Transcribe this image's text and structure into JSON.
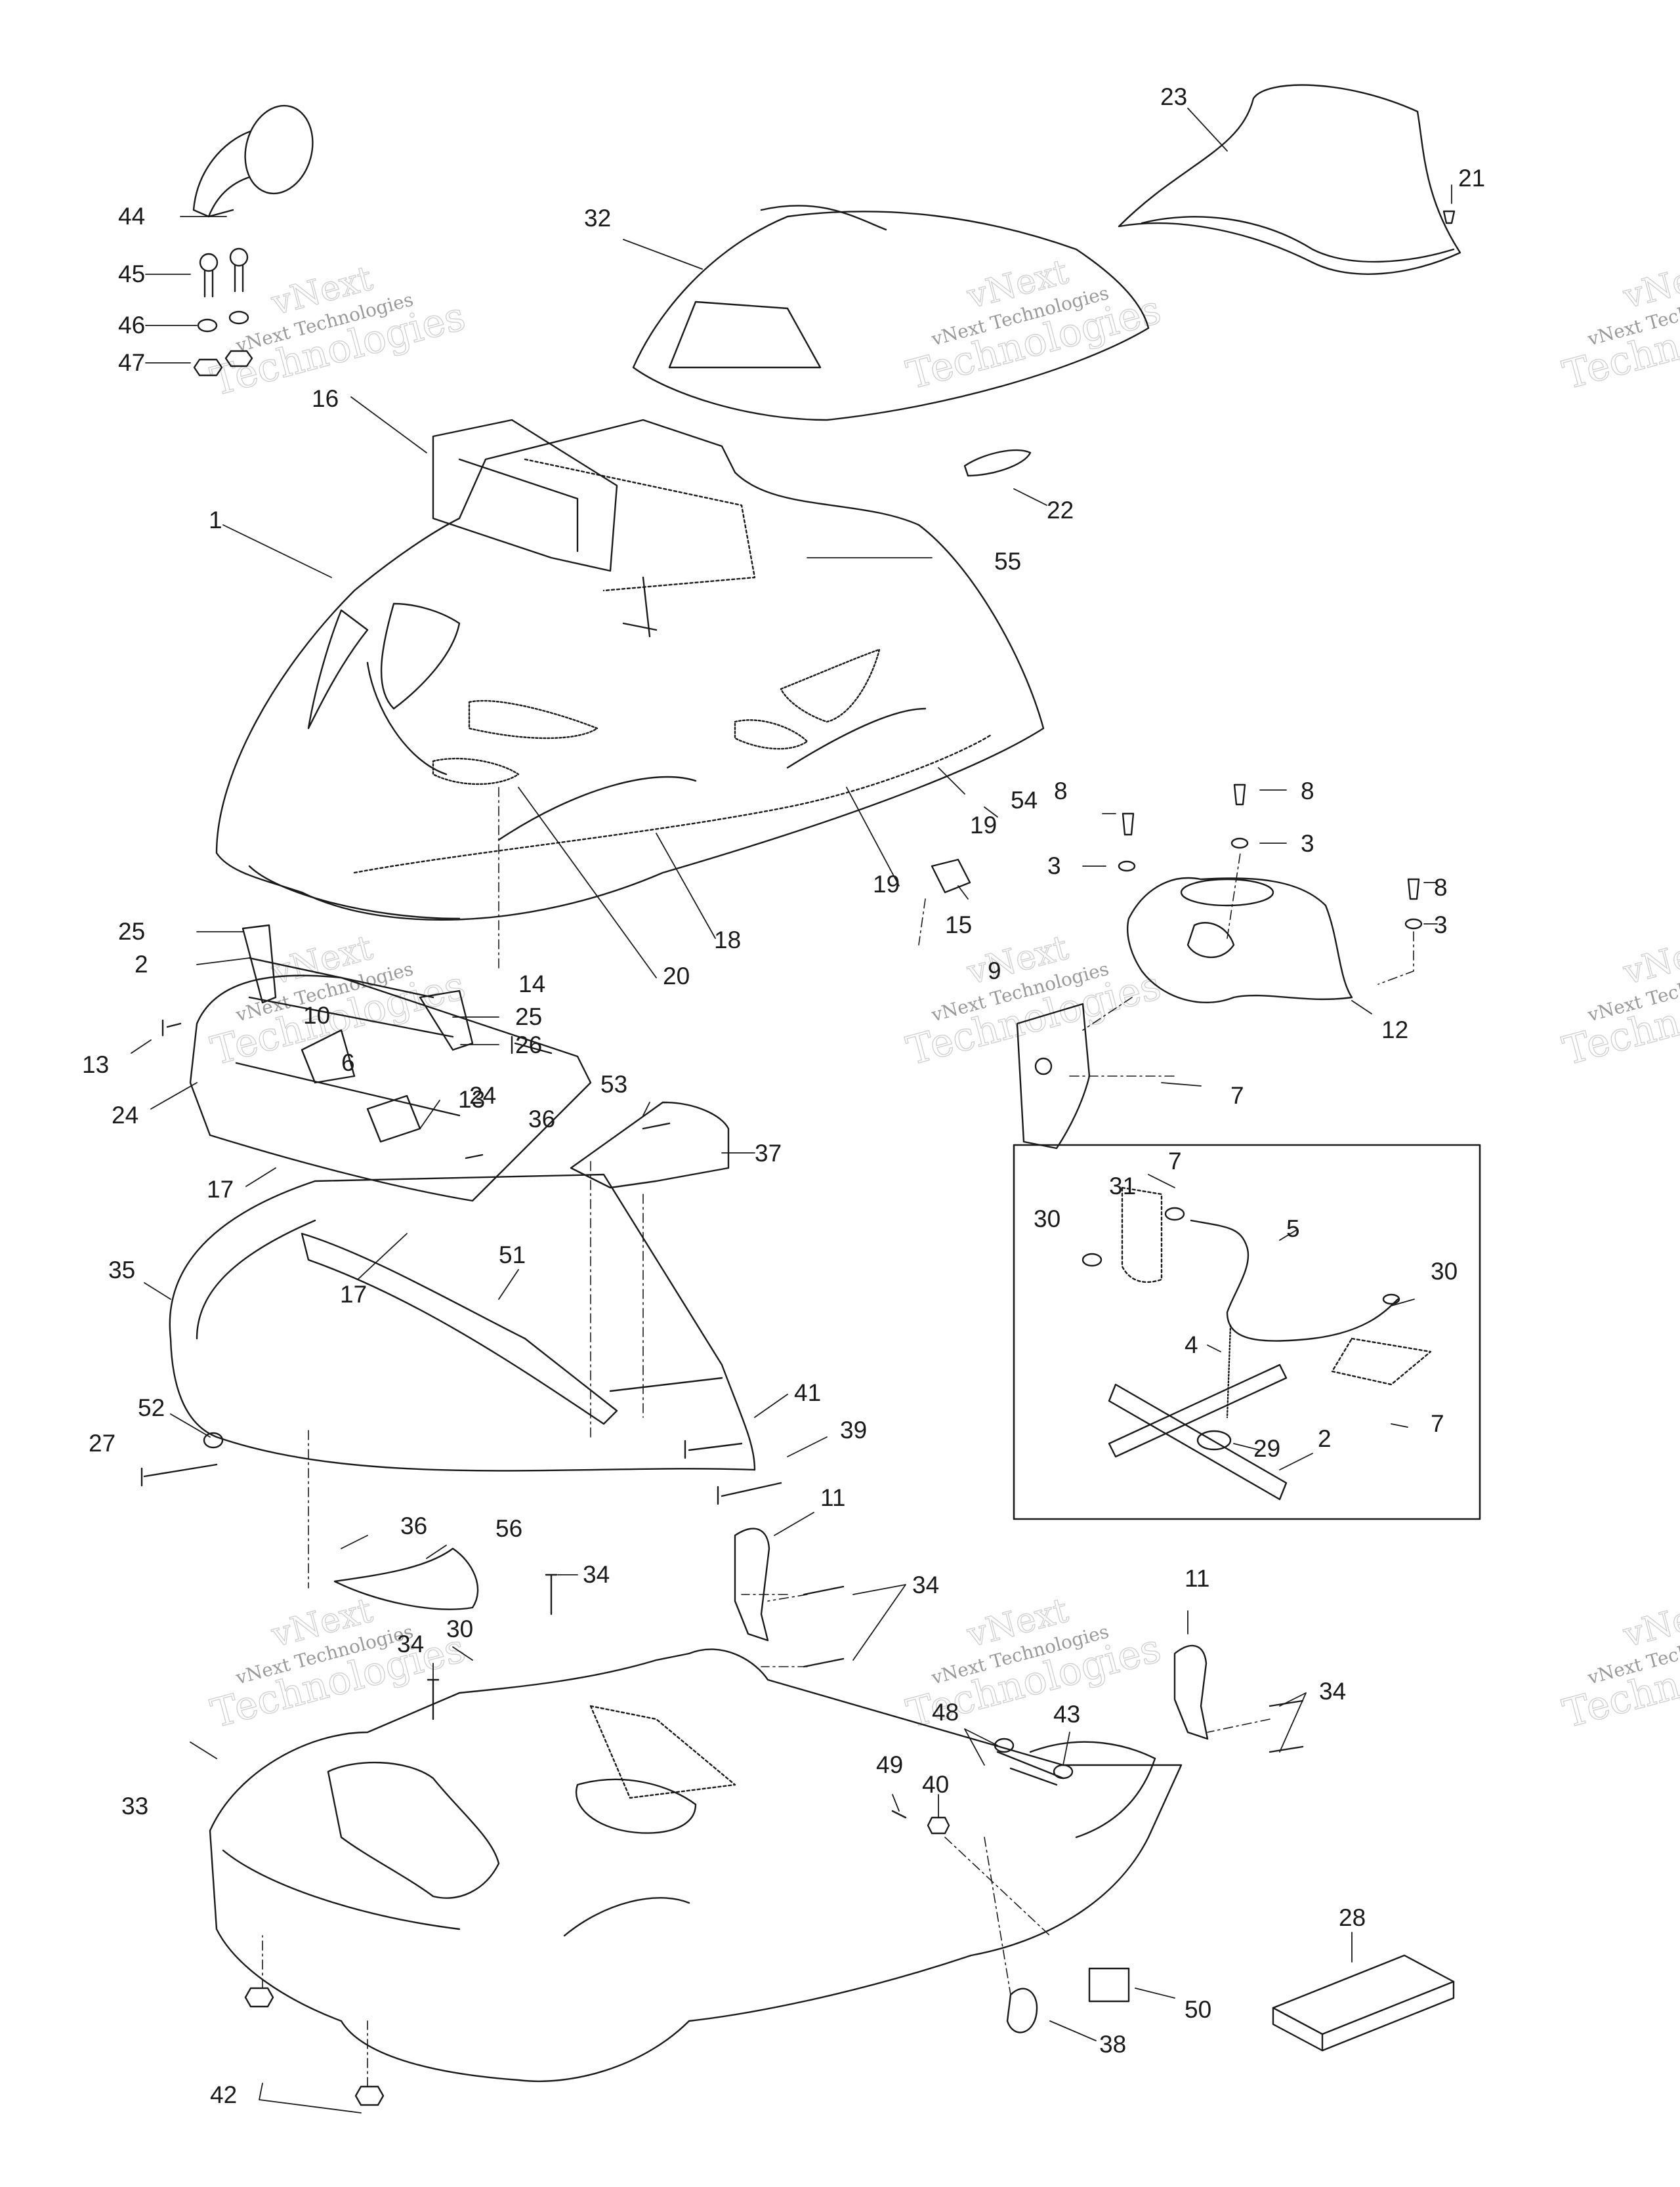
{
  "callouts": {
    "c1": "1",
    "c2a": "2",
    "c2b": "2",
    "c3a": "3",
    "c3b": "3",
    "c3c": "3",
    "c4": "4",
    "c5": "5",
    "c6": "6",
    "c7a": "7",
    "c7b": "7",
    "c7c": "7",
    "c8a": "8",
    "c8b": "8",
    "c8c": "8",
    "c9": "9",
    "c10": "10",
    "c11a": "11",
    "c11b": "11",
    "c12": "12",
    "c13a": "13",
    "c13b": "13",
    "c14": "14",
    "c15": "15",
    "c16": "16",
    "c17a": "17",
    "c17b": "17",
    "c18": "18",
    "c19a": "19",
    "c19b": "19",
    "c20": "20",
    "c21": "21",
    "c22": "22",
    "c23": "23",
    "c24a": "24",
    "c24b": "24",
    "c25a": "25",
    "c25b": "25",
    "c26": "26",
    "c27": "27",
    "c28": "28",
    "c29": "29",
    "c30a": "30",
    "c30b": "30",
    "c30c": "30",
    "c31": "31",
    "c32": "32",
    "c33": "33",
    "c34a": "34",
    "c34b": "34",
    "c34c": "34",
    "c34d": "34",
    "c35": "35",
    "c36a": "36",
    "c36b": "36",
    "c37": "37",
    "c38": "38",
    "c39": "39",
    "c40": "40",
    "c41": "41",
    "c42": "42",
    "c43": "43",
    "c44": "44",
    "c45": "45",
    "c46": "46",
    "c47": "47",
    "c48": "48",
    "c49": "49",
    "c50": "50",
    "c51": "51",
    "c52": "52",
    "c53": "53",
    "c54": "54",
    "c55": "55",
    "c56": "56"
  },
  "watermark": {
    "line1": "vNext",
    "line2": "vNext Technologies",
    "line3": "Technologies"
  },
  "colors": {
    "ink": "#1a1a1a",
    "watermark": "#cfcfcf"
  }
}
